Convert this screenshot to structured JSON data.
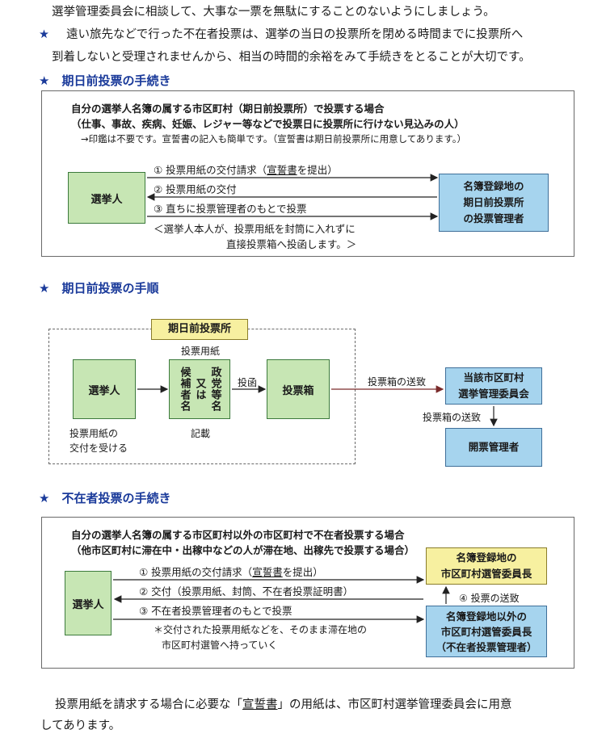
{
  "intro": {
    "line1": "選挙管理委員会に相談して、大事な一票を無駄にすることのないようにしましょう。",
    "star": "★",
    "line2": "遠い旅先などで行った不在者投票は、選挙の当日の投票所を閉める時間までに投票所へ",
    "line3": "到着しないと受理されませんから、相当の時間的余裕をみて手続きをとることが大切です。"
  },
  "section1": {
    "heading": "期日前投票の手続き",
    "cond_line1": "自分の選挙人名簿の属する市区町村（期日前投票所）で投票する場合",
    "cond_line2": "（仕事、事故、疾病、妊娠、レジャー等などで投票日に投票所に行けない見込みの人）",
    "note": "→印鑑は不要です。宣誓書の記入も簡単です。（宣誓書は期日前投票所に用意してあります。）",
    "voter": "選挙人",
    "step1_a": "① 投票用紙の交付請求（",
    "step1_link": "宣誓書",
    "step1_b": "を提出）",
    "step2": "② 投票用紙の交付",
    "step3": "③ 直ちに投票管理者のもとで投票",
    "note2_line1": "＜選挙人本人が、投票用紙を封筒に入れずに",
    "note2_line2": "直接投票箱へ投函します。＞",
    "admin_line1": "名簿登録地の",
    "admin_line2": "期日前投票所",
    "admin_line3": "の投票管理者"
  },
  "section2": {
    "heading": "期日前投票の手順",
    "venue": "期日前投票所",
    "ballot_label": "投票用紙",
    "voter": "選挙人",
    "ballot_col1": "政党等名",
    "ballot_col2": "又は",
    "ballot_col3": "候補者名",
    "insert_label": "投函",
    "ballot_box": "投票箱",
    "receive_line1": "投票用紙の",
    "receive_line2": "交付を受ける",
    "write_label": "記載",
    "send1": "投票箱の送致",
    "committee_line1": "当該市区町村",
    "committee_line2": "選挙管理委員会",
    "send2": "投票箱の送致",
    "count_admin": "開票管理者"
  },
  "section3": {
    "heading": "不在者投票の手続き",
    "cond_line1": "自分の選挙人名簿の属する市区町村以外の市区町村で不在者投票する場合",
    "cond_line2": "（他市区町村に滞在中・出稼中などの人が滞在地、出稼先で投票する場合）",
    "voter": "選挙人",
    "step1_a": "① 投票用紙の交付請求（",
    "step1_link": "宣誓書",
    "step1_b": "を提出）",
    "step2": "② 交付（投票用紙、封筒、不在者投票証明書）",
    "step3": "③ 不在者投票管理者のもとで投票",
    "note_line1": "＊交付された投票用紙などを、そのまま滞在地の",
    "note_line2": "市区町村選管へ持っていく",
    "home_line1": "名簿登録地の",
    "home_line2": "市区町村選管委員長",
    "send": "④ 投票の送致",
    "other_line1": "名簿登録地以外の",
    "other_line2": "市区町村選管委員長",
    "other_line3": "（不在者投票管理者）"
  },
  "closing": {
    "line1_a": "投票用紙を請求する場合に必要な「",
    "line1_link": "宣誓書",
    "line1_b": "」の用紙は、市区町村選挙管理委員会に用意",
    "line2": "してあります。"
  },
  "colors": {
    "heading": "#1a3a9a",
    "green": "#c7e6b4",
    "blue": "#a6d4ee",
    "yellow": "#f7f0a0",
    "arrow_brown": "#7a2a2a"
  }
}
